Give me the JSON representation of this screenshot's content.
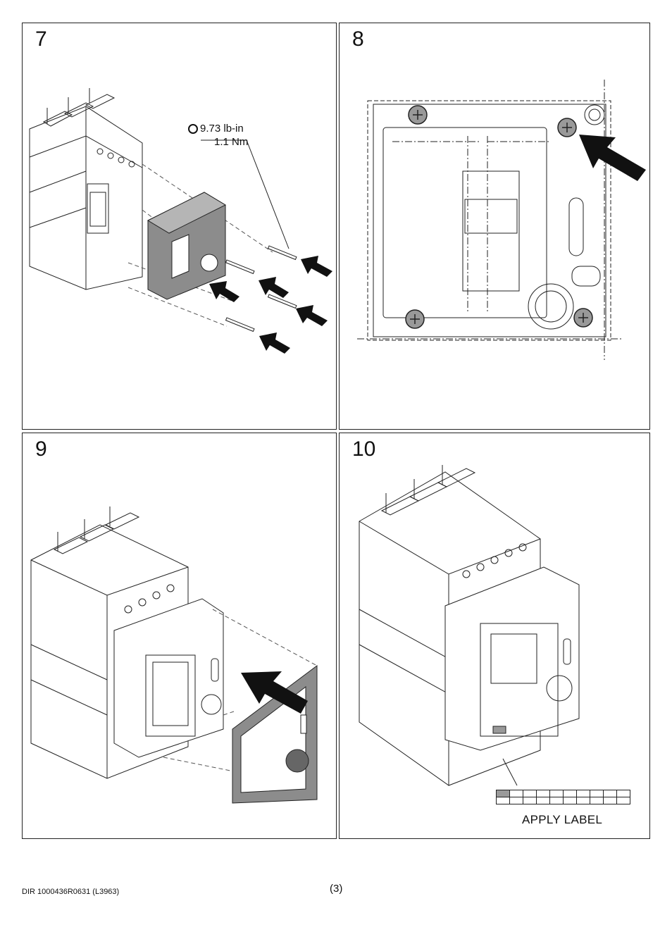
{
  "panels": [
    {
      "step": "7",
      "torque_imperial": "9.73 lb-in",
      "torque_metric": "1.1 Nm"
    },
    {
      "step": "8"
    },
    {
      "step": "9"
    },
    {
      "step": "10",
      "label_instruction": "APPLY LABEL"
    }
  ],
  "footer": {
    "doc_id": "DIR 1000436R0631 (L3963)",
    "page": "(3)"
  },
  "icons": [
    "torque-icon",
    "arrow-icon",
    "screw-icon"
  ],
  "colors": {
    "line": "#222222",
    "cover_gray": "#8c8c8c",
    "arrow": "#111111"
  }
}
